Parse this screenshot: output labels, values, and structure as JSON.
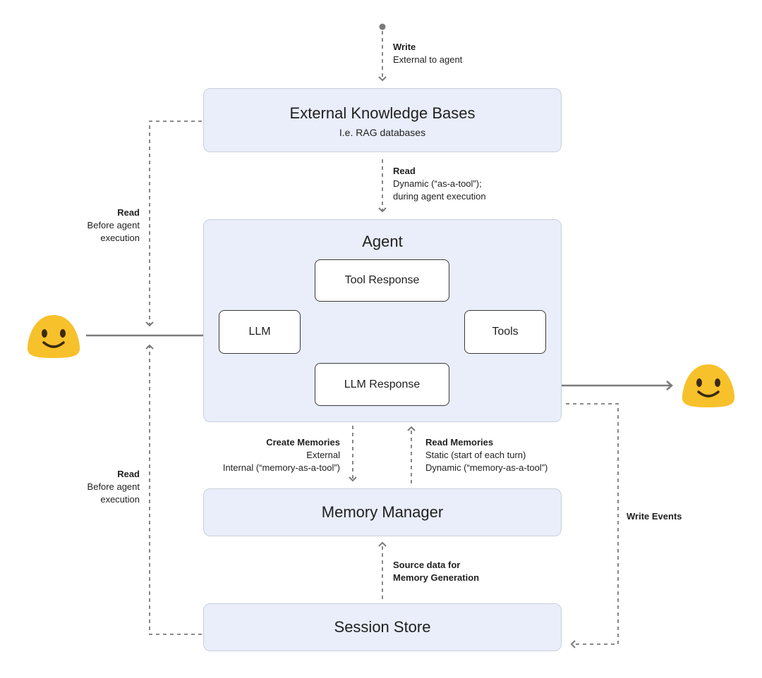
{
  "external_kb": {
    "title": "External Knowledge Bases",
    "subtitle": "I.e. RAG databases"
  },
  "agent": {
    "title": "Agent",
    "llm": "LLM",
    "tool_response": "Tool Response",
    "tools": "Tools",
    "llm_response": "LLM Response"
  },
  "memory_manager": {
    "title": "Memory Manager"
  },
  "session_store": {
    "title": "Session Store"
  },
  "labels": {
    "write_top": {
      "title": "Write",
      "line1": "External to agent"
    },
    "read_kb": {
      "title": "Read",
      "line1": "Dynamic (“as-a-tool”);",
      "line2": "during agent execution"
    },
    "read_left_top": {
      "title": "Read",
      "line1": "Before agent",
      "line2": "execution"
    },
    "read_left_bottom": {
      "title": "Read",
      "line1": "Before agent",
      "line2": "execution"
    },
    "create_memories": {
      "title": "Create Memories",
      "line1": "External",
      "line2": "Internal (“memory-as-a-tool”)"
    },
    "read_memories": {
      "title": "Read Memories",
      "line1": "Static (start of each turn)",
      "line2": "Dynamic (“memory-as-a-tool”)"
    },
    "write_events": {
      "title": "Write Events"
    },
    "source_data": {
      "line1": "Source data for",
      "line2": "Memory Generation"
    }
  },
  "colors": {
    "box_fill": "#e9eefa",
    "line": "#7a7a7a",
    "emoji": "#f7c12b"
  },
  "icons": {
    "user_left": "smiley-face-icon",
    "user_right": "smiley-face-icon"
  }
}
